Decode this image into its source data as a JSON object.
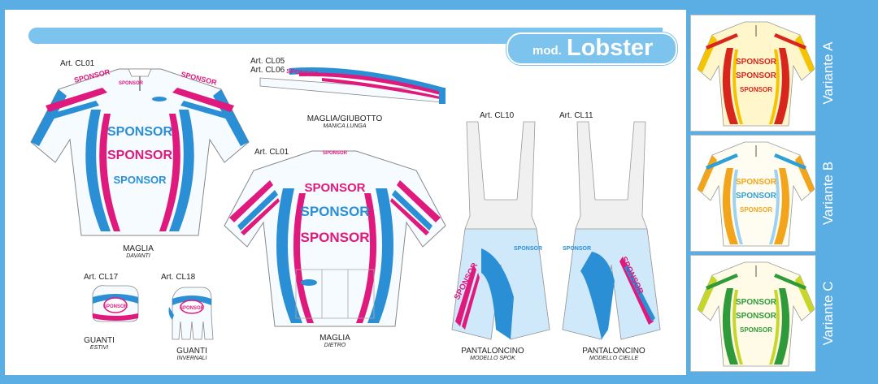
{
  "header": {
    "mod_prefix": "mod.",
    "model_name": "Lobster"
  },
  "articles": {
    "front": "Art. CL01",
    "sleeve_a": "Art. CL05",
    "sleeve_b": "Art. CL06",
    "back": "Art. CL01",
    "short_spok": "Art. CL10",
    "short_cielle": "Art. CL11",
    "glove_summer": "Art. CL17",
    "glove_winter": "Art. CL18"
  },
  "captions": {
    "front_title": "MAGLIA",
    "front_sub": "DAVANTI",
    "sleeve_title": "MAGLIA/GIUBOTTO",
    "sleeve_sub": "MANICA LUNGA",
    "back_title": "MAGLIA",
    "back_sub": "DIETRO",
    "spok_title": "PANTALONCINO",
    "spok_sub": "MODELLO SPOK",
    "cielle_title": "PANTALONCINO",
    "cielle_sub": "MODELLO CIELLE",
    "glove_summer_title": "GUANTI",
    "glove_summer_sub": "ESTIVI",
    "glove_winter_title": "GUANTI",
    "glove_winter_sub": "INVERNALI"
  },
  "sponsor": "SPONSOR",
  "variants": [
    {
      "label": "Variante A",
      "accent": "#d9261c",
      "secondary": "#f5c400",
      "body": "#fff6cc"
    },
    {
      "label": "Variante B",
      "accent": "#f2a51a",
      "secondary": "#2f9fd8",
      "body": "#fffdf2"
    },
    {
      "label": "Variante C",
      "accent": "#2e9a3a",
      "secondary": "#c7d62a",
      "body": "#fffbe6"
    }
  ],
  "colors": {
    "magenta": "#e0197d",
    "blue": "#2b8fd6",
    "light": "#cfe9fa",
    "frame": "#5aaee3"
  }
}
